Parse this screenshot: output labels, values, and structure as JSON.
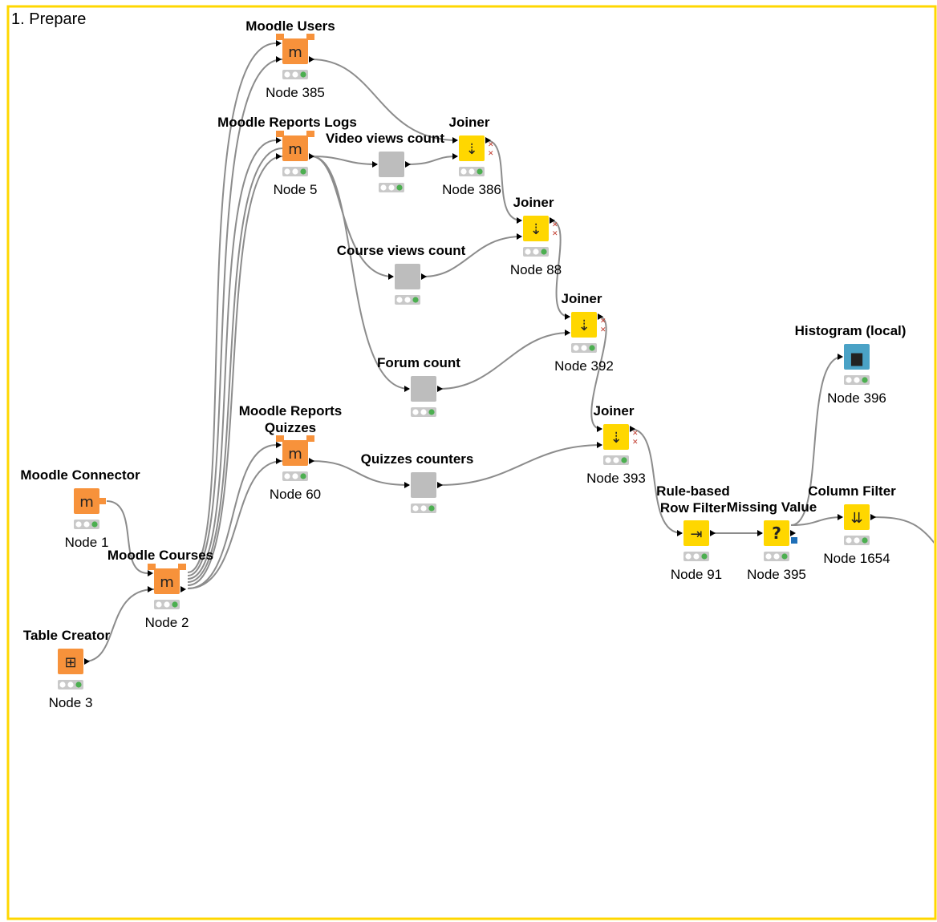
{
  "annotation": {
    "label": "1. Prepare"
  },
  "colors": {
    "annotation_border": "#ffd700",
    "learner": "#ffd700",
    "source": "#f7923b",
    "meta": "#bdbdbd",
    "visualizer": "#4aa2c6",
    "status_off": "#ffffff",
    "status_ok": "#4caf50",
    "connection": "#8c8c8c"
  },
  "nodes": [
    {
      "id": "moodle-users",
      "title": "Moodle Users",
      "label": "Node 385",
      "kind": "source",
      "icon": "moodle-users-icon"
    },
    {
      "id": "moodle-reports-logs",
      "title": "Moodle Reports Logs",
      "label": "Node 5",
      "kind": "source",
      "icon": "moodle-logs-icon"
    },
    {
      "id": "video-views-count",
      "title": "Video views count",
      "label": "",
      "kind": "meta",
      "icon": "metanode-icon"
    },
    {
      "id": "joiner-386",
      "title": "Joiner",
      "label": "Node 386",
      "kind": "manipulator",
      "icon": "joiner-icon"
    },
    {
      "id": "joiner-88",
      "title": "Joiner",
      "label": "Node 88",
      "kind": "manipulator",
      "icon": "joiner-icon"
    },
    {
      "id": "course-views-count",
      "title": "Course views count",
      "label": "",
      "kind": "meta",
      "icon": "metanode-icon"
    },
    {
      "id": "joiner-392",
      "title": "Joiner",
      "label": "Node 392",
      "kind": "manipulator",
      "icon": "joiner-icon"
    },
    {
      "id": "forum-count",
      "title": "Forum count",
      "label": "",
      "kind": "meta",
      "icon": "metanode-icon"
    },
    {
      "id": "histogram-396",
      "title": "Histogram (local)",
      "label": "Node 396",
      "kind": "visualizer",
      "icon": "histogram-icon"
    },
    {
      "id": "moodle-reports-quizzes",
      "title": "Moodle Reports\nQuizzes",
      "label": "Node 60",
      "kind": "source",
      "icon": "moodle-quiz-icon"
    },
    {
      "id": "quizzes-counters",
      "title": "Quizzes counters",
      "label": "",
      "kind": "meta",
      "icon": "metanode-icon"
    },
    {
      "id": "joiner-393",
      "title": "Joiner",
      "label": "Node 393",
      "kind": "manipulator",
      "icon": "joiner-icon"
    },
    {
      "id": "moodle-connector",
      "title": "Moodle Connector",
      "label": "Node 1",
      "kind": "source",
      "icon": "moodle-connector-icon"
    },
    {
      "id": "rule-based-row-filter",
      "title": "Rule-based\nRow Filter",
      "label": "Node 91",
      "kind": "manipulator",
      "icon": "row-filter-icon"
    },
    {
      "id": "missing-value",
      "title": "Missing Value",
      "label": "Node 395",
      "kind": "manipulator",
      "icon": "missing-value-icon"
    },
    {
      "id": "column-filter",
      "title": "Column Filter",
      "label": "Node 1654",
      "kind": "manipulator",
      "icon": "column-filter-icon"
    },
    {
      "id": "moodle-courses",
      "title": "Moodle Courses",
      "label": "Node 2",
      "kind": "source",
      "icon": "moodle-courses-icon"
    },
    {
      "id": "table-creator",
      "title": "Table Creator",
      "label": "Node 3",
      "kind": "source",
      "icon": "table-creator-icon"
    }
  ]
}
